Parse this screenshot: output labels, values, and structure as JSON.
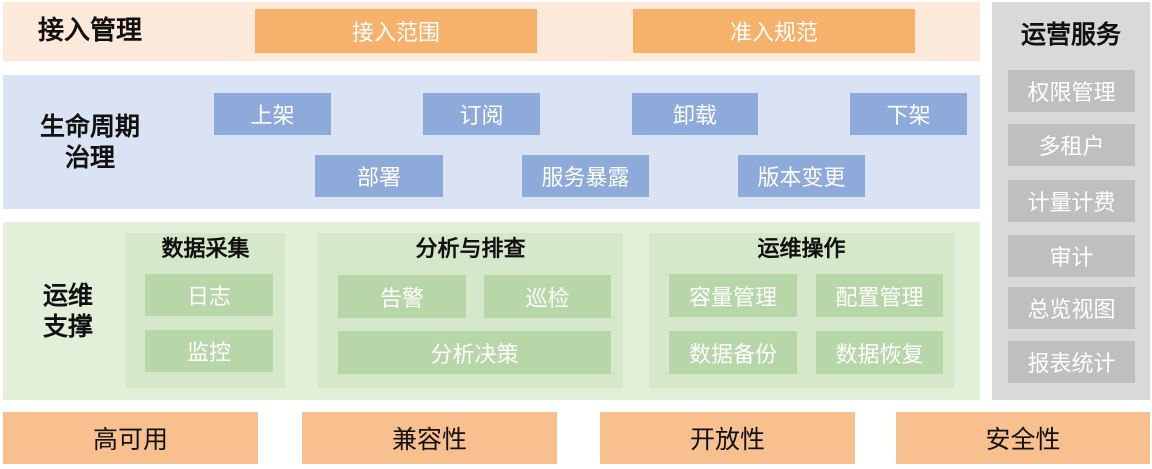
{
  "access": {
    "title": "接入管理",
    "items": [
      "接入范围",
      "准入规范"
    ]
  },
  "lifecycle": {
    "title": "生命周期治理",
    "title_lines": [
      "生命周期",
      "治理"
    ],
    "row1": [
      "上架",
      "订阅",
      "卸载",
      "下架"
    ],
    "row2": [
      "部署",
      "服务暴露",
      "版本变更"
    ]
  },
  "ops": {
    "title": "运维支撑",
    "title_lines": [
      "运维",
      "支撑"
    ],
    "collect": {
      "title": "数据采集",
      "items": [
        "日志",
        "监控"
      ]
    },
    "analysis": {
      "title": "分析与排查",
      "items": [
        "告警",
        "巡检",
        "分析决策"
      ]
    },
    "operation": {
      "title": "运维操作",
      "items": [
        "容量管理",
        "配置管理",
        "数据备份",
        "数据恢复"
      ]
    }
  },
  "service": {
    "title": "运营服务",
    "items": [
      "权限管理",
      "多租户",
      "计量计费",
      "审计",
      "总览视图",
      "报表统计"
    ]
  },
  "qualities": [
    "高可用",
    "兼容性",
    "开放性",
    "安全性"
  ],
  "colors": {
    "access_bg": "#fde9d9",
    "access_box": "#f6b26b",
    "lifecycle_bg": "#dae3f3",
    "lifecycle_box": "#8eaadb",
    "ops_bg": "#e2efd9",
    "ops_box": "#b7d7a8",
    "service_bg": "#d9d9d9",
    "service_box": "#bfbfbf",
    "quality_box": "#f8c08f"
  }
}
